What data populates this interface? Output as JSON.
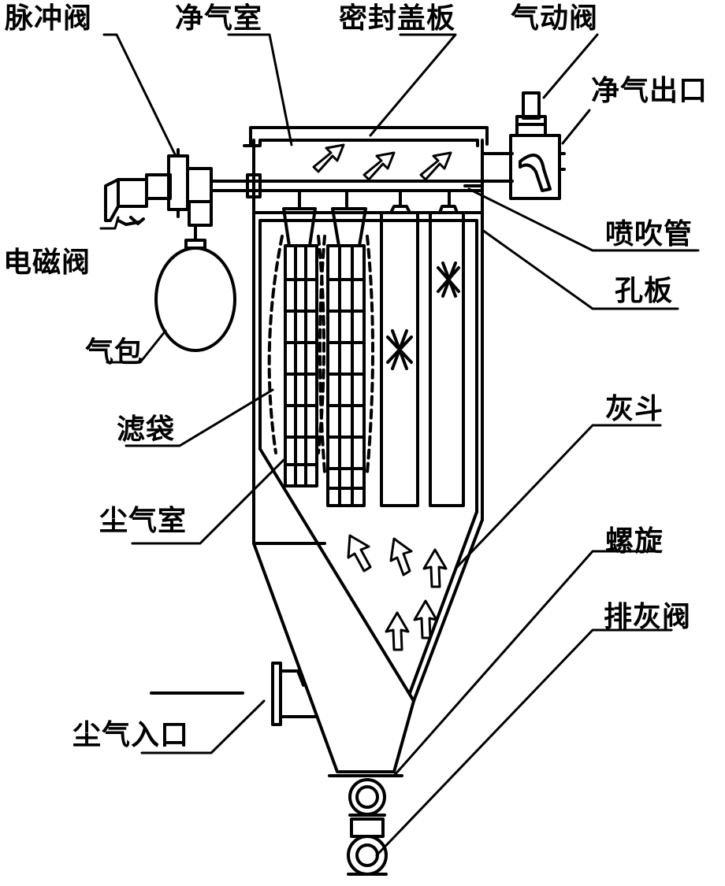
{
  "labels": {
    "pulse_valve": "脉冲阀",
    "clean_air_chamber": "净气室",
    "sealing_cover": "密封盖板",
    "pneumatic_valve": "气动阀",
    "clean_air_outlet": "净气出口",
    "solenoid_valve": "电磁阀",
    "blow_pipe": "喷吹管",
    "orifice_plate": "孔板",
    "air_drum": "气包",
    "filter_bag": "滤袋",
    "ash_hopper": "灰斗",
    "dusty_air_chamber": "尘气室",
    "screw": "螺旋",
    "ash_discharge_valve": "排灰阀",
    "dusty_air_inlet": "尘气入口"
  },
  "colors": {
    "line": "#000000",
    "background": "#ffffff"
  }
}
